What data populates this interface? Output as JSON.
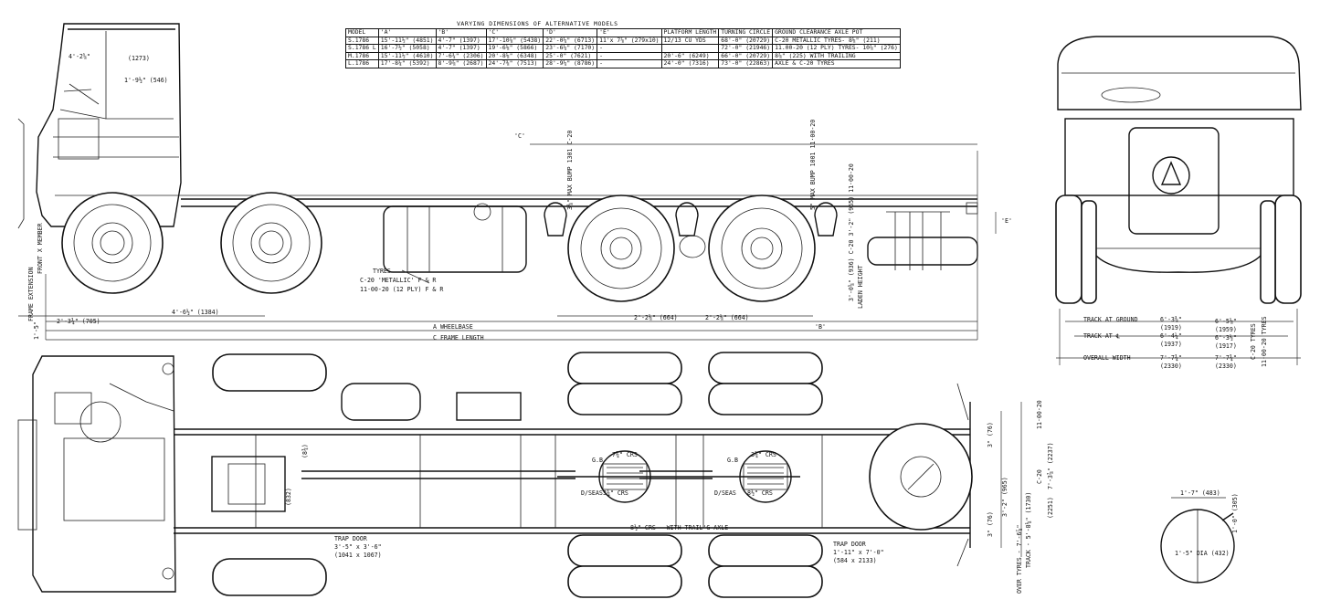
{
  "table": {
    "title": "VARYING DIMENSIONS OF ALTERNATIVE MODELS",
    "headers": [
      "MODEL",
      "'A'",
      "'B'",
      "'C'",
      "'D'",
      "'E'",
      "PLATFORM LENGTH",
      "TURNING CIRCLE",
      "GROUND CLEARANCE AXLE POT"
    ],
    "rows": [
      [
        "S.1786",
        "15'-11½\" (4851)",
        "4'-7\" (1397)",
        "17'-10⅞\" (5438)",
        "22'-0¼\" (6713)",
        "11'x 7⅞\" (279x10)",
        "12/13 CU YDS",
        "68'-0\" (20729)",
        "C-20 METALLIC TYRES- 8⅛\" (211)"
      ],
      [
        "S.1786 L",
        "16'-7½\" (5058)",
        "4'-7\" (1397)",
        "19'-6⅛\" (5866)",
        "23'-6¼\" (7170)",
        "-",
        "",
        "72'-0\" (21946)",
        "11.00-20 (12 PLY) TYRES- 10⅞\" (276)"
      ],
      [
        "M.1786",
        "15'-11½\" (4610)",
        "7'-6¾\" (2306)",
        "20'-8⅛\" (6348)",
        "25'-0\" (7621)",
        "-",
        "20'-6\" (6249)",
        "66'-0\" (20729)",
        "8⅞\" (225) WITH TRAILING"
      ],
      [
        "L.1786",
        "17'-8¼\" (5392)",
        "8'-9⅞\" (2687)",
        "24'-7⅜\" (7513)",
        "28'-9¼\" (8786)",
        "-",
        "24'-0\" (7316)",
        "73'-0\" (22863)",
        "AXLE & C-20 TYRES"
      ]
    ]
  },
  "side_view": {
    "tyres_label": "TYRES",
    "tyres_line1": "C-20 'METALLIC' F & R",
    "tyres_line2": "11·00-20 (12 PLY) F & R",
    "wheelbase": "A WHEELBASE",
    "frame_length": "C FRAME LENGTH",
    "dim_cab": "4'-6½\" (1384)",
    "dim_front": "2'-3¾\" (705)",
    "dim_bogie1": "2'-2⅛\" (664)",
    "dim_bogie2": "2'-2⅛\" (664)",
    "dim_c": "'C'",
    "dim_b": "'B'",
    "dim_e": "'E'",
    "bump1": "3⅛\" MAX BUMP 1301 C-20",
    "bump2": "5\" MAX BUMP 1001 11·00-20",
    "laden_height": "LADEN HEIGHT",
    "laden_vals": "3'-0⅝\" (936) C-20  3'-2\" (965) 11·00-20",
    "frame_ext": "FRAME EXTENSION",
    "front_member": "FRONT X MEMBER",
    "cab_h1": "4'-2⅝\"",
    "cab_h2": "(1273)",
    "cab_h3": "1'-9½\" (546)",
    "cab_left": "1'-5\""
  },
  "plan_view": {
    "trap_door1_l1": "TRAP DOOR",
    "trap_door1_l2": "3'-5\" x 3'-6\"",
    "trap_door1_l3": "(1041 x 1067)",
    "trap_door2_l1": "TRAP DOOR",
    "trap_door2_l2": "1'-11\" x 7'-0\"",
    "trap_door2_l3": "(584 x 2133)",
    "spring_crs": "8½\" CRS - WITH TRAIL'G AXLE",
    "crs1": "7¾\" CRS",
    "crs2": "3¾\" CRS",
    "crs3": "3¾\" CRS",
    "crs4": "8½\" CRS",
    "dseas1": "D/SEAS",
    "dseas2": "D/SEAS",
    "gb1": "G.B",
    "gb2": "G.B",
    "track_rear": "TRACK - 5'-8⅛\" (1730)",
    "over_tyres": "OVER TYRES - 7'-6⅞\"",
    "dim_37": "3'-2\" (965)",
    "dim_top": "3\" (76)",
    "dim_bot": "3\" (76)",
    "side_c20": "C-20",
    "side_c20v": "7'-3⅞\" (2237)",
    "side_1100": "11·00-20",
    "side_1100v": "(2251)",
    "dim_830": "(8¾)",
    "dim_832": "(832)"
  },
  "end_view": {
    "track_ground": "TRACK AT GROUND",
    "track_ground_v1": "6'-3⅜\"",
    "track_ground_v1b": "(1919)",
    "track_ground_v2": "6'-5⅛\"",
    "track_ground_v2b": "(1959)",
    "track_cl": "TRACK AT ℄",
    "track_cl_v1": "6'-4¼\"",
    "track_cl_v1b": "(1937)",
    "track_cl_v2": "6'-3½\"",
    "track_cl_v2b": "(1917)",
    "overall_width": "OVERALL WIDTH",
    "ow_v1": "7'-7¾\"",
    "ow_v1b": "(2330)",
    "ow_v2": "7'-7¾\"",
    "ow_v2b": "(2330)",
    "tyres_c20": "C-20 TYRES",
    "tyres_1100": "11·00-20 TYRES"
  },
  "wheel_detail": {
    "dim_top": "1'-7\" (483)",
    "dim_side": "1'-0\" (305)",
    "dia": "1'-5\" DIA (432)"
  }
}
